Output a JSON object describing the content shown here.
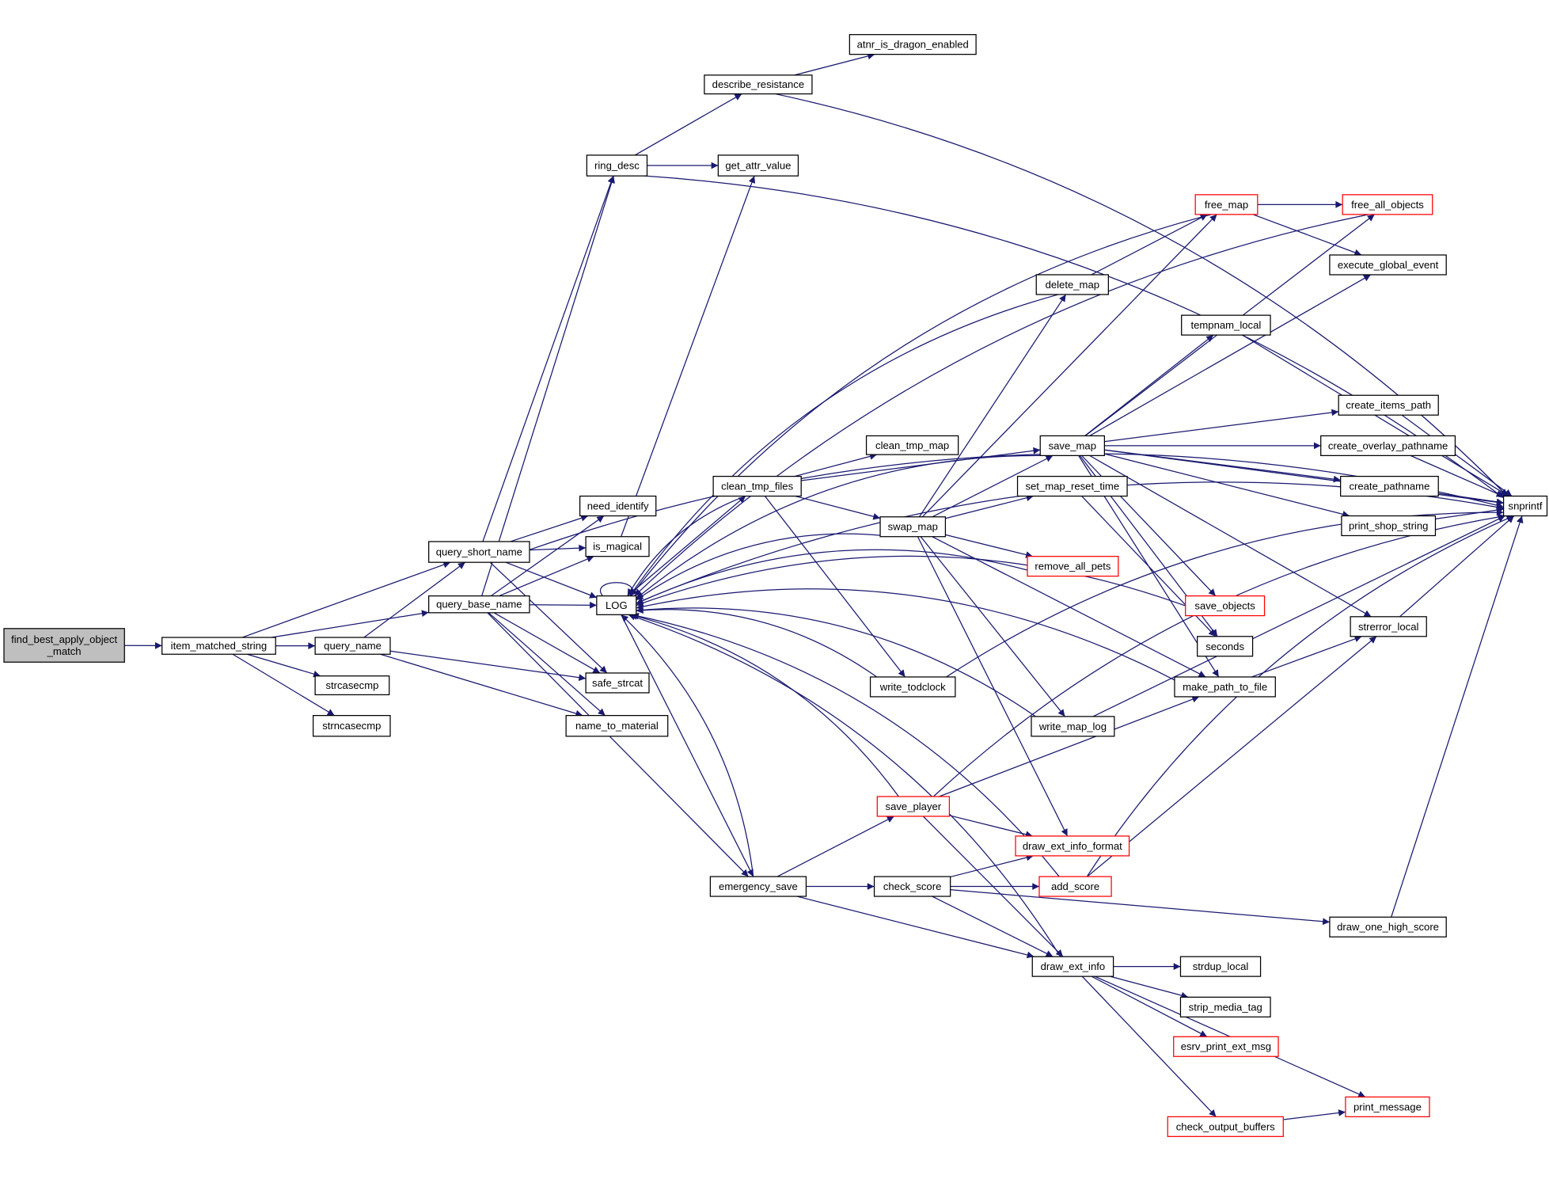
{
  "title": "Call graph of find_best_apply_object_match",
  "colors": {
    "edge": "#191970",
    "root_fill": "#bfbfbf",
    "node_fill": "#ffffff",
    "node_border": "#000000",
    "truncated_border": "#ff0000"
  },
  "nodes": [
    {
      "id": "find_best_apply_object_match",
      "label": "find_best_apply_object\n_match",
      "kind": "root"
    },
    {
      "id": "item_matched_string",
      "label": "item_matched_string",
      "kind": "normal"
    },
    {
      "id": "query_short_name",
      "label": "query_short_name",
      "kind": "normal"
    },
    {
      "id": "query_base_name",
      "label": "query_base_name",
      "kind": "normal"
    },
    {
      "id": "query_name",
      "label": "query_name",
      "kind": "normal"
    },
    {
      "id": "strcasecmp",
      "label": "strcasecmp",
      "kind": "normal"
    },
    {
      "id": "strncasecmp",
      "label": "strncasecmp",
      "kind": "normal"
    },
    {
      "id": "ring_desc",
      "label": "ring_desc",
      "kind": "normal"
    },
    {
      "id": "describe_resistance",
      "label": "describe_resistance",
      "kind": "normal"
    },
    {
      "id": "atnr_is_dragon_enabled",
      "label": "atnr_is_dragon_enabled",
      "kind": "normal"
    },
    {
      "id": "get_attr_value",
      "label": "get_attr_value",
      "kind": "normal"
    },
    {
      "id": "need_identify",
      "label": "need_identify",
      "kind": "normal"
    },
    {
      "id": "is_magical",
      "label": "is_magical",
      "kind": "normal"
    },
    {
      "id": "LOG",
      "label": "LOG",
      "kind": "normal"
    },
    {
      "id": "safe_strcat",
      "label": "safe_strcat",
      "kind": "normal"
    },
    {
      "id": "name_to_material",
      "label": "name_to_material",
      "kind": "normal"
    },
    {
      "id": "clean_tmp_files",
      "label": "clean_tmp_files",
      "kind": "normal"
    },
    {
      "id": "clean_tmp_map",
      "label": "clean_tmp_map",
      "kind": "normal"
    },
    {
      "id": "swap_map",
      "label": "swap_map",
      "kind": "normal"
    },
    {
      "id": "save_map",
      "label": "save_map",
      "kind": "normal"
    },
    {
      "id": "delete_map",
      "label": "delete_map",
      "kind": "normal"
    },
    {
      "id": "free_map",
      "label": "free_map",
      "kind": "truncated"
    },
    {
      "id": "free_all_objects",
      "label": "free_all_objects",
      "kind": "truncated"
    },
    {
      "id": "execute_global_event",
      "label": "execute_global_event",
      "kind": "normal"
    },
    {
      "id": "tempnam_local",
      "label": "tempnam_local",
      "kind": "normal"
    },
    {
      "id": "create_items_path",
      "label": "create_items_path",
      "kind": "normal"
    },
    {
      "id": "create_overlay_pathname",
      "label": "create_overlay_pathname",
      "kind": "normal"
    },
    {
      "id": "create_pathname",
      "label": "create_pathname",
      "kind": "normal"
    },
    {
      "id": "print_shop_string",
      "label": "print_shop_string",
      "kind": "normal"
    },
    {
      "id": "snprintf",
      "label": "snprintf",
      "kind": "normal"
    },
    {
      "id": "set_map_reset_time",
      "label": "set_map_reset_time",
      "kind": "normal"
    },
    {
      "id": "remove_all_pets",
      "label": "remove_all_pets",
      "kind": "truncated"
    },
    {
      "id": "save_objects",
      "label": "save_objects",
      "kind": "truncated"
    },
    {
      "id": "seconds",
      "label": "seconds",
      "kind": "normal"
    },
    {
      "id": "strerror_local",
      "label": "strerror_local",
      "kind": "normal"
    },
    {
      "id": "make_path_to_file",
      "label": "make_path_to_file",
      "kind": "normal"
    },
    {
      "id": "write_todclock",
      "label": "write_todclock",
      "kind": "normal"
    },
    {
      "id": "write_map_log",
      "label": "write_map_log",
      "kind": "normal"
    },
    {
      "id": "save_player",
      "label": "save_player",
      "kind": "truncated"
    },
    {
      "id": "draw_ext_info_format",
      "label": "draw_ext_info_format",
      "kind": "truncated"
    },
    {
      "id": "emergency_save",
      "label": "emergency_save",
      "kind": "normal"
    },
    {
      "id": "check_score",
      "label": "check_score",
      "kind": "normal"
    },
    {
      "id": "add_score",
      "label": "add_score",
      "kind": "truncated"
    },
    {
      "id": "draw_one_high_score",
      "label": "draw_one_high_score",
      "kind": "normal"
    },
    {
      "id": "draw_ext_info",
      "label": "draw_ext_info",
      "kind": "normal"
    },
    {
      "id": "strdup_local",
      "label": "strdup_local",
      "kind": "normal"
    },
    {
      "id": "strip_media_tag",
      "label": "strip_media_tag",
      "kind": "normal"
    },
    {
      "id": "esrv_print_ext_msg",
      "label": "esrv_print_ext_msg",
      "kind": "truncated"
    },
    {
      "id": "print_message",
      "label": "print_message",
      "kind": "truncated"
    },
    {
      "id": "check_output_buffers",
      "label": "check_output_buffers",
      "kind": "truncated"
    }
  ],
  "edges": [
    [
      "find_best_apply_object_match",
      "item_matched_string"
    ],
    [
      "item_matched_string",
      "query_short_name"
    ],
    [
      "item_matched_string",
      "query_base_name"
    ],
    [
      "item_matched_string",
      "query_name"
    ],
    [
      "item_matched_string",
      "strcasecmp"
    ],
    [
      "item_matched_string",
      "strncasecmp"
    ],
    [
      "query_short_name",
      "ring_desc"
    ],
    [
      "query_short_name",
      "need_identify"
    ],
    [
      "query_short_name",
      "is_magical"
    ],
    [
      "query_short_name",
      "LOG"
    ],
    [
      "query_short_name",
      "safe_strcat"
    ],
    [
      "query_short_name",
      "snprintf"
    ],
    [
      "query_base_name",
      "ring_desc"
    ],
    [
      "query_base_name",
      "need_identify"
    ],
    [
      "query_base_name",
      "is_magical"
    ],
    [
      "query_base_name",
      "LOG"
    ],
    [
      "query_base_name",
      "safe_strcat"
    ],
    [
      "query_base_name",
      "name_to_material"
    ],
    [
      "query_base_name",
      "emergency_save"
    ],
    [
      "query_name",
      "query_short_name"
    ],
    [
      "query_name",
      "safe_strcat"
    ],
    [
      "query_name",
      "name_to_material"
    ],
    [
      "ring_desc",
      "describe_resistance"
    ],
    [
      "ring_desc",
      "get_attr_value"
    ],
    [
      "ring_desc",
      "snprintf"
    ],
    [
      "describe_resistance",
      "atnr_is_dragon_enabled"
    ],
    [
      "describe_resistance",
      "snprintf"
    ],
    [
      "is_magical",
      "get_attr_value"
    ],
    [
      "LOG",
      "LOG"
    ],
    [
      "LOG",
      "clean_tmp_files"
    ],
    [
      "LOG",
      "emergency_save"
    ],
    [
      "clean_tmp_files",
      "clean_tmp_map"
    ],
    [
      "clean_tmp_files",
      "swap_map"
    ],
    [
      "clean_tmp_files",
      "save_map"
    ],
    [
      "clean_tmp_files",
      "write_todclock"
    ],
    [
      "clean_tmp_files",
      "LOG"
    ],
    [
      "swap_map",
      "save_map"
    ],
    [
      "swap_map",
      "delete_map"
    ],
    [
      "swap_map",
      "free_map"
    ],
    [
      "swap_map",
      "set_map_reset_time"
    ],
    [
      "swap_map",
      "remove_all_pets"
    ],
    [
      "swap_map",
      "make_path_to_file"
    ],
    [
      "swap_map",
      "write_map_log"
    ],
    [
      "swap_map",
      "draw_ext_info_format"
    ],
    [
      "swap_map",
      "LOG"
    ],
    [
      "save_map",
      "free_all_objects"
    ],
    [
      "save_map",
      "execute_global_event"
    ],
    [
      "save_map",
      "tempnam_local"
    ],
    [
      "save_map",
      "create_items_path"
    ],
    [
      "save_map",
      "create_overlay_pathname"
    ],
    [
      "save_map",
      "create_pathname"
    ],
    [
      "save_map",
      "print_shop_string"
    ],
    [
      "save_map",
      "snprintf"
    ],
    [
      "save_map",
      "save_objects"
    ],
    [
      "save_map",
      "seconds"
    ],
    [
      "save_map",
      "strerror_local"
    ],
    [
      "save_map",
      "make_path_to_file"
    ],
    [
      "save_map",
      "LOG"
    ],
    [
      "delete_map",
      "free_map"
    ],
    [
      "delete_map",
      "LOG"
    ],
    [
      "free_map",
      "free_all_objects"
    ],
    [
      "free_map",
      "execute_global_event"
    ],
    [
      "free_map",
      "LOG"
    ],
    [
      "free_all_objects",
      "LOG"
    ],
    [
      "tempnam_local",
      "snprintf"
    ],
    [
      "create_items_path",
      "snprintf"
    ],
    [
      "create_overlay_pathname",
      "snprintf"
    ],
    [
      "create_pathname",
      "snprintf"
    ],
    [
      "print_shop_string",
      "snprintf"
    ],
    [
      "set_map_reset_time",
      "seconds"
    ],
    [
      "remove_all_pets",
      "LOG"
    ],
    [
      "save_objects",
      "LOG"
    ],
    [
      "strerror_local",
      "snprintf"
    ],
    [
      "make_path_to_file",
      "strerror_local"
    ],
    [
      "make_path_to_file",
      "LOG"
    ],
    [
      "write_todclock",
      "LOG"
    ],
    [
      "write_todclock",
      "snprintf"
    ],
    [
      "write_map_log",
      "LOG"
    ],
    [
      "write_map_log",
      "snprintf"
    ],
    [
      "save_player",
      "make_path_to_file"
    ],
    [
      "save_player",
      "draw_ext_info_format"
    ],
    [
      "save_player",
      "draw_ext_info"
    ],
    [
      "save_player",
      "snprintf"
    ],
    [
      "save_player",
      "LOG"
    ],
    [
      "emergency_save",
      "save_player"
    ],
    [
      "emergency_save",
      "check_score"
    ],
    [
      "emergency_save",
      "draw_ext_info"
    ],
    [
      "emergency_save",
      "LOG"
    ],
    [
      "check_score",
      "draw_ext_info_format"
    ],
    [
      "check_score",
      "add_score"
    ],
    [
      "check_score",
      "draw_one_high_score"
    ],
    [
      "check_score",
      "draw_ext_info"
    ],
    [
      "add_score",
      "strerror_local"
    ],
    [
      "add_score",
      "snprintf"
    ],
    [
      "add_score",
      "LOG"
    ],
    [
      "draw_one_high_score",
      "snprintf"
    ],
    [
      "draw_ext_info",
      "strdup_local"
    ],
    [
      "draw_ext_info",
      "strip_media_tag"
    ],
    [
      "draw_ext_info",
      "esrv_print_ext_msg"
    ],
    [
      "draw_ext_info",
      "print_message"
    ],
    [
      "draw_ext_info",
      "check_output_buffers"
    ],
    [
      "draw_ext_info",
      "LOG"
    ],
    [
      "check_output_buffers",
      "print_message"
    ],
    [
      "LOG",
      "snprintf"
    ]
  ]
}
